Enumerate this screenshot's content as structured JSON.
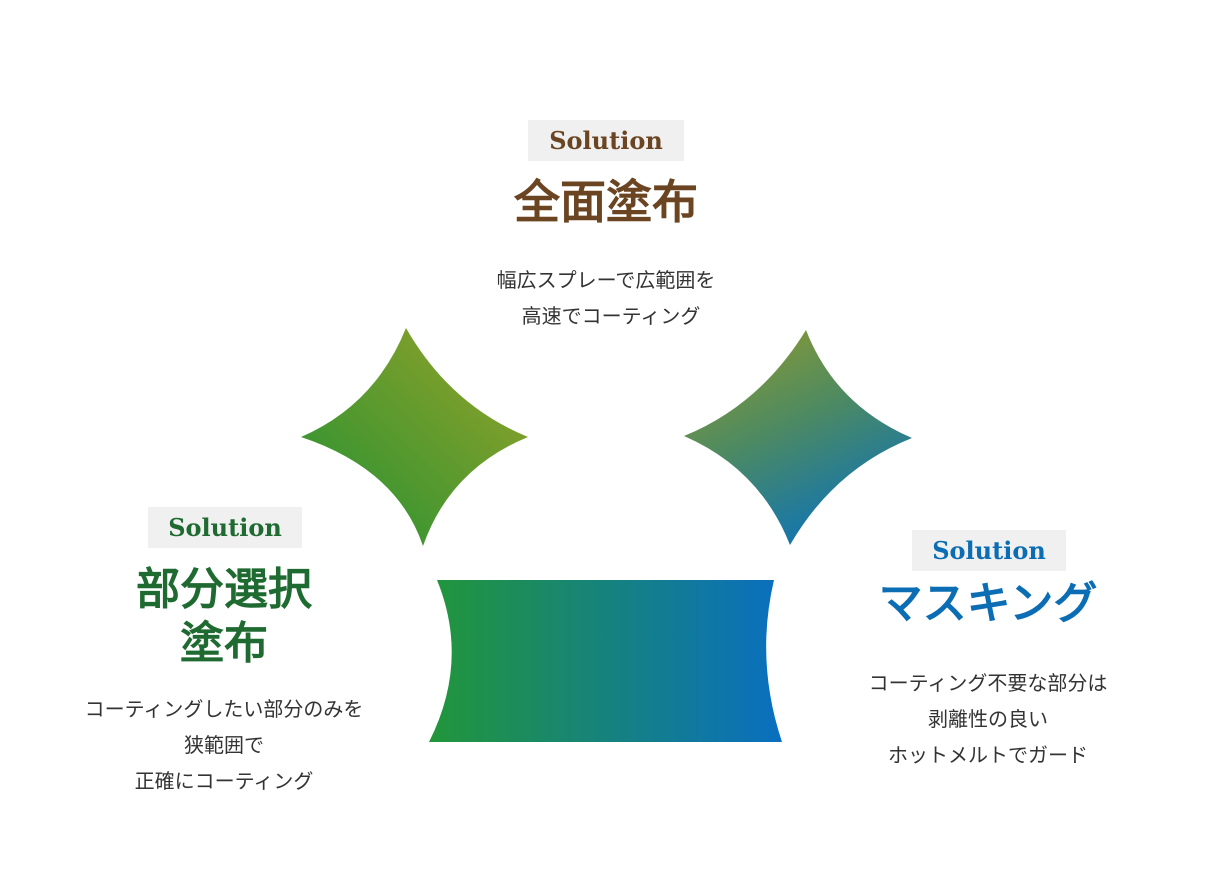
{
  "colors": {
    "top": "#6b4522",
    "left": "#1e6a30",
    "right": "#0b6db3",
    "badge_bg": "#f0f0f0",
    "text": "#333333"
  },
  "sections": {
    "top": {
      "badge": "Solution",
      "title": [
        "全面塗布"
      ],
      "desc": [
        "幅広スプレーで広範囲を",
        "高速でコーティング"
      ]
    },
    "left": {
      "badge": "Solution",
      "title": [
        "部分選択",
        "塗布"
      ],
      "desc": [
        "コーティングしたい部分のみを",
        "狭範囲で",
        "正確にコーティング"
      ]
    },
    "right": {
      "badge": "Solution",
      "title": [
        "マスキング"
      ],
      "desc": [
        "コーティング不要な部分は",
        "剥離性の良い",
        "ホットメルトでガード"
      ]
    }
  }
}
